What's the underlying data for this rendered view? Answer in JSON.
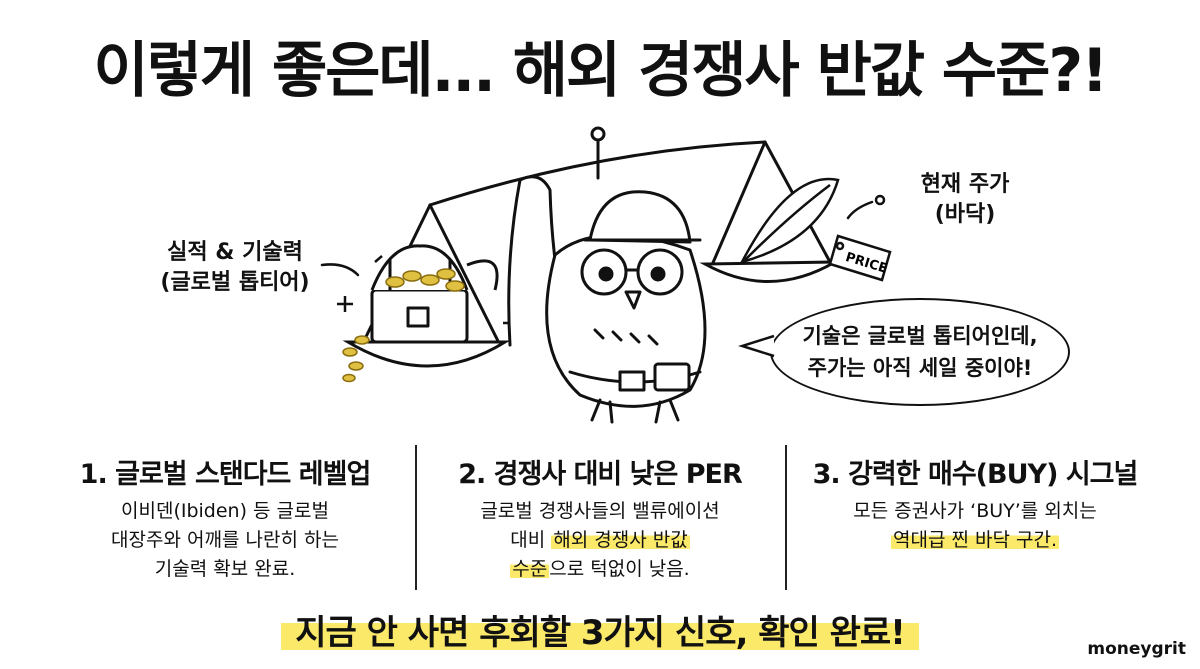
{
  "title": "이렇게 좋은데... 해외 경쟁사 반값 수준?!",
  "left_label": {
    "line1": "실적 & 기술력",
    "line2": "(글로벌 톱티어)"
  },
  "right_label": {
    "line1": "현재 주가",
    "line2": "(바닥)"
  },
  "price_tag": "PRICE",
  "speech": {
    "line1": "기술은 글로벌 톱티어인데,",
    "line2": "주가는 아직 세일 중이야!"
  },
  "columns": [
    {
      "heading": "1. 글로벌 스탠다드 레벨업",
      "line1": "이비덴(Ibiden) 등 글로벌",
      "line2": "대장주와 어깨를 나란히 하는",
      "line3": "기술력 확보 완료."
    },
    {
      "heading": "2. 경쟁사 대비 낮은 PER",
      "line1": "글로벌 경쟁사들의 밸류에이션",
      "line2_pre": "대비 ",
      "line2_hl": "해외 경쟁사 반값",
      "line3_hl": "수준",
      "line3_post": "으로 턱없이 낮음."
    },
    {
      "heading": "3. 강력한 매수(BUY) 시그널",
      "line1": "모든 증권사가 ‘BUY’를 외치는",
      "line2_hl": "역대급 찐 바닥 구간."
    }
  ],
  "footer": "지금 안 사면 후회할 3가지 신호, 확인 완료!",
  "watermark": "moneygrit",
  "colors": {
    "highlight": "#fbe96a",
    "ink": "#111111",
    "gold": "#e0c040"
  }
}
